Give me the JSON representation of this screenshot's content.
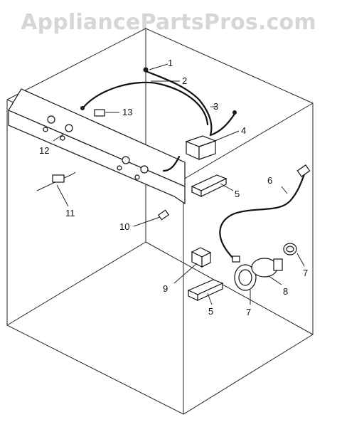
{
  "watermark": {
    "text": "AppliancePartsPros.com"
  },
  "callouts": [
    {
      "id": "1",
      "label": "1"
    },
    {
      "id": "2",
      "label": "2"
    },
    {
      "id": "3",
      "label": "3"
    },
    {
      "id": "4",
      "label": "4"
    },
    {
      "id": "5a",
      "label": "5"
    },
    {
      "id": "5b",
      "label": "5"
    },
    {
      "id": "6",
      "label": "6"
    },
    {
      "id": "7a",
      "label": "7"
    },
    {
      "id": "7b",
      "label": "7"
    },
    {
      "id": "8",
      "label": "8"
    },
    {
      "id": "9",
      "label": "9"
    },
    {
      "id": "10",
      "label": "10"
    },
    {
      "id": "11",
      "label": "11"
    },
    {
      "id": "12",
      "label": "12"
    },
    {
      "id": "13",
      "label": "13"
    }
  ]
}
